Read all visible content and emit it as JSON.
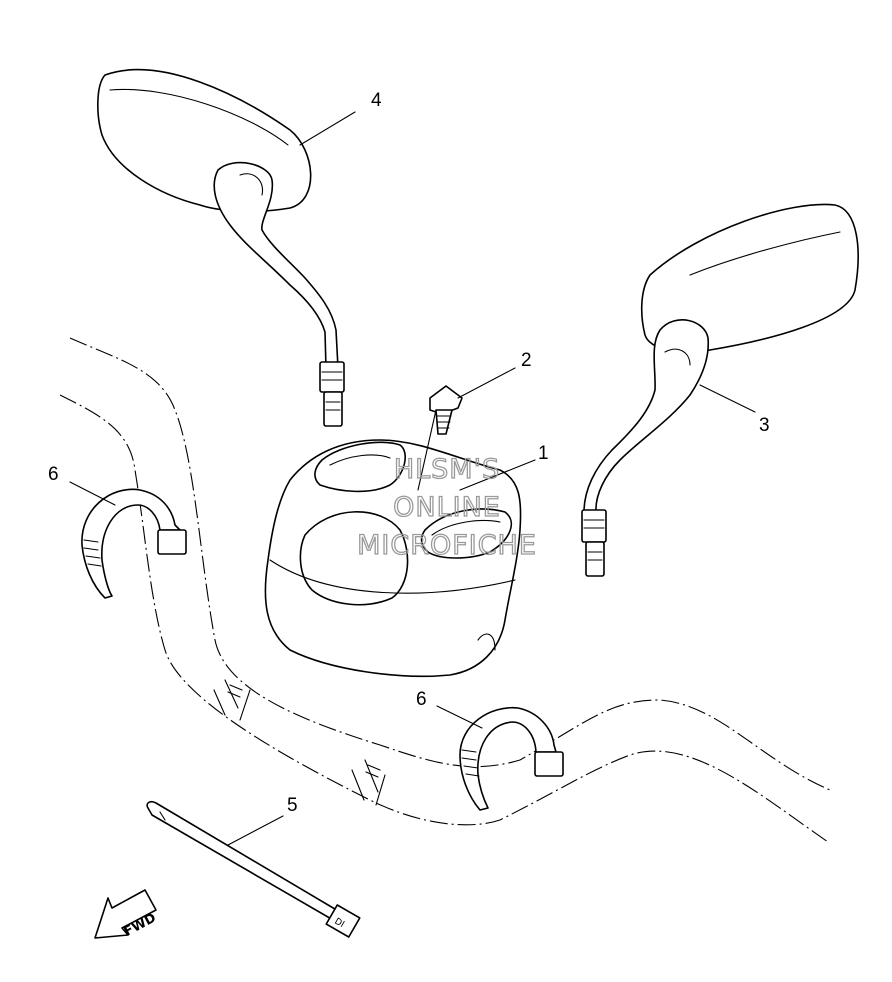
{
  "callouts": [
    {
      "id": "1",
      "text": "1"
    },
    {
      "id": "2",
      "text": "2"
    },
    {
      "id": "3",
      "text": "3"
    },
    {
      "id": "4",
      "text": "4"
    },
    {
      "id": "5",
      "text": "5"
    },
    {
      "id": "6a",
      "text": "6"
    },
    {
      "id": "6b",
      "text": "6"
    }
  ],
  "watermark": {
    "line1": "HLSM'S",
    "line2": "ONLINE",
    "line3": "MICROFICHE"
  },
  "direction_arrow": {
    "label": "FWD",
    "icon": "arrow-left-down-icon"
  }
}
